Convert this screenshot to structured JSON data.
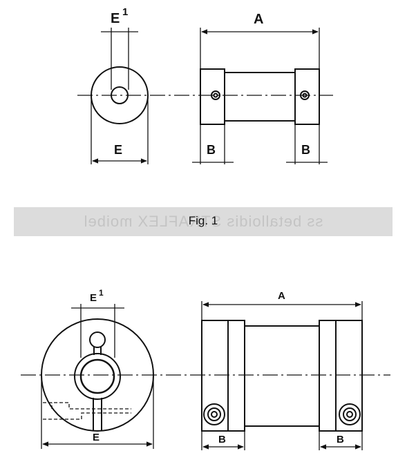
{
  "figure1": {
    "caption": "Fig. 1",
    "ghost_text": "ss betalloidis STRAFLEX moibel",
    "label_e1": "E",
    "label_e1_sup": "1",
    "label_a": "A",
    "label_e": "E",
    "label_b_left": "B",
    "label_b_right": "B"
  },
  "figure2": {
    "label_e1": "E",
    "label_e1_sup": "1",
    "label_a": "A",
    "label_e": "E",
    "label_b_left": "B",
    "label_b_right": "B"
  }
}
